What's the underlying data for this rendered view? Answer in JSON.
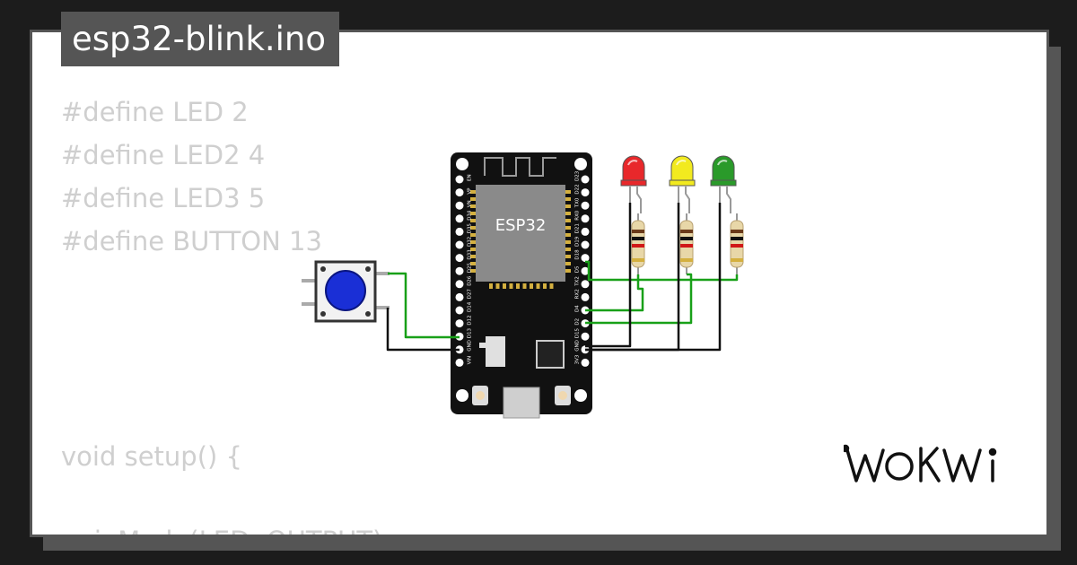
{
  "tab": {
    "filename": "esp32-blink.ino"
  },
  "code": {
    "lines": [
      "#define LED 2",
      "#define LED2 4",
      "#define LED3 5",
      "#define BUTTON 13",
      "void setup() {",
      "  pinMode(LED, OUTPUT);"
    ]
  },
  "board": {
    "chip_label": "ESP32",
    "left_pins": [
      "EN",
      "VP",
      "VN",
      "D34",
      "D35",
      "D32",
      "D33",
      "D25",
      "D26",
      "D27",
      "D14",
      "D12",
      "D13",
      "GND",
      "VIN"
    ],
    "right_pins": [
      "D23",
      "D22",
      "TX0",
      "RX0",
      "D21",
      "D19",
      "D18",
      "D5",
      "TX2",
      "RX2",
      "D4",
      "D2",
      "D15",
      "GND",
      "3V3"
    ]
  },
  "components": {
    "leds": [
      {
        "name": "red-led",
        "color": "#e8282b"
      },
      {
        "name": "yellow-led",
        "color": "#f2ea1f"
      },
      {
        "name": "green-led",
        "color": "#2a9a2a"
      }
    ],
    "button_color": "#1a2fd6"
  },
  "brand": {
    "logo": "WOKWI"
  },
  "colors": {
    "wire_green": "#18a018",
    "wire_black": "#111111",
    "background": "#1c1c1c",
    "tab": "#555555"
  }
}
